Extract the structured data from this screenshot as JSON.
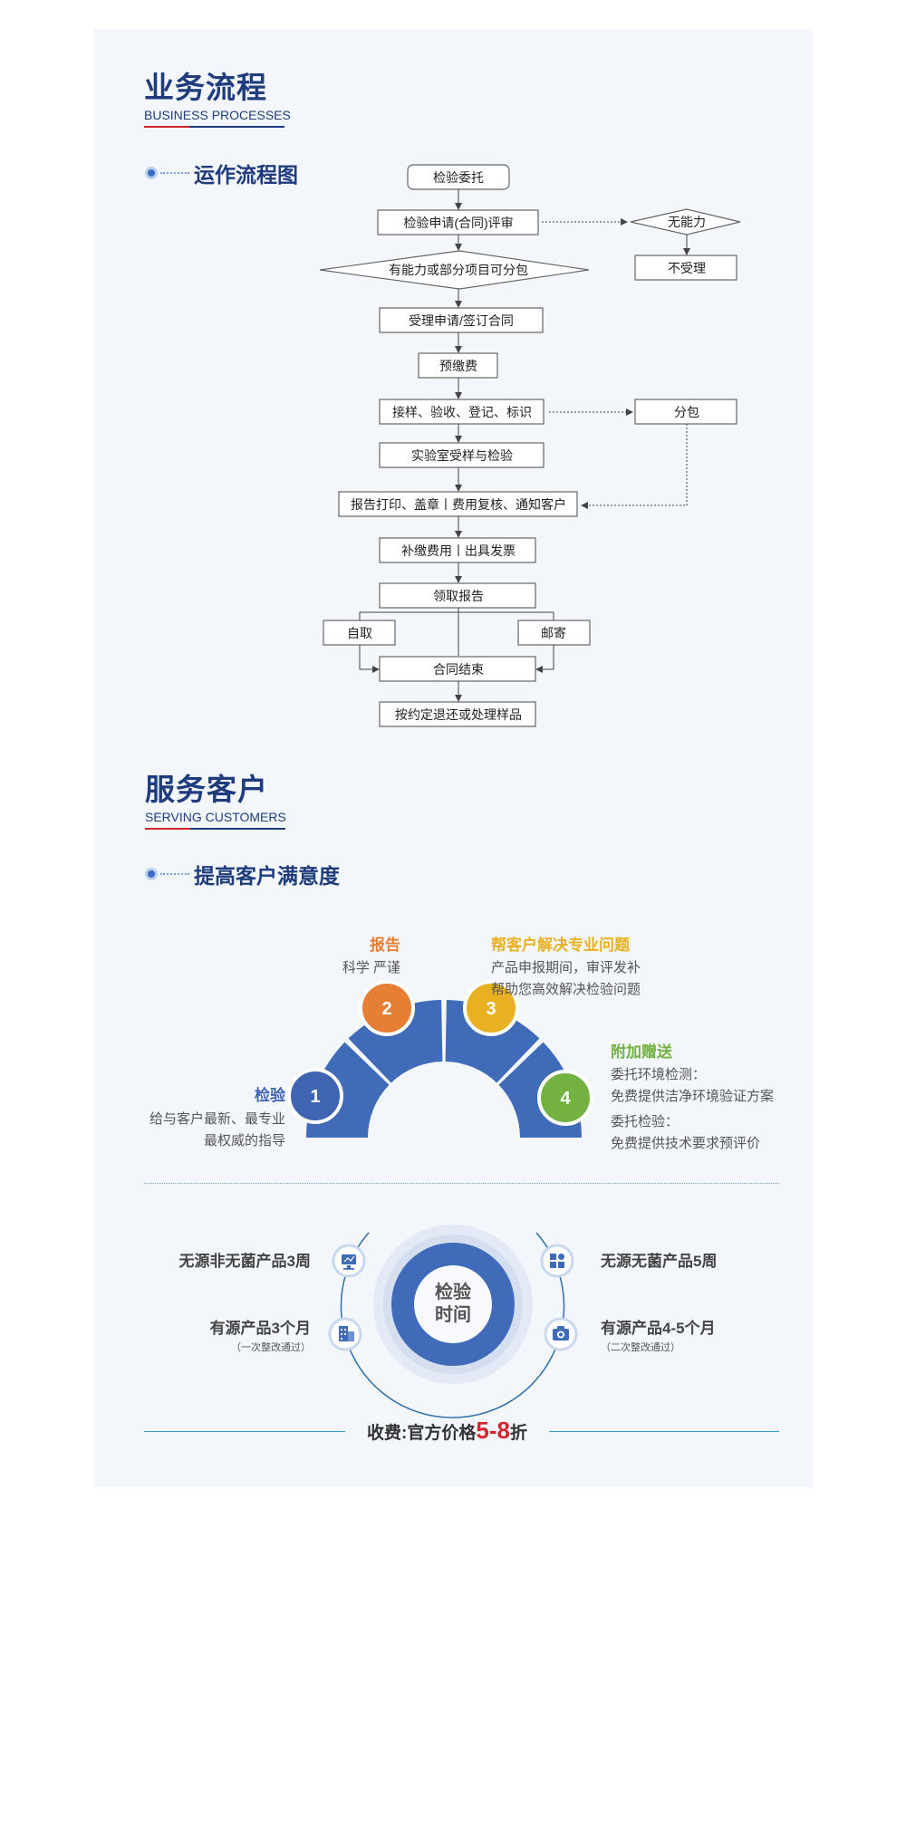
{
  "section1": {
    "title_cn": "业务流程",
    "title_en": "BUSINESS PROCESSES",
    "subtitle": "运作流程图"
  },
  "flow": {
    "n1": "检验委托",
    "n2": "检验申请(合同)评审",
    "n3": "有能力或部分项目可分包",
    "n4": "受理申请/签订合同",
    "n5": "预缴费",
    "n6": "接样、验收、登记、标识",
    "n7": "实验室受样与检验",
    "n8": "报告打印、盖章丨费用复核、通知客户",
    "n9": "补缴费用丨出具发票",
    "n10": "领取报告",
    "n11": "自取",
    "n12": "邮寄",
    "n13": "合同结束",
    "n14": "按约定退还或处理样品",
    "s1": "无能力",
    "s2": "不受理",
    "s3": "分包"
  },
  "section2": {
    "title_cn": "服务客户",
    "title_en": "SERVING CUSTOMERS",
    "subtitle": "提高客户满意度"
  },
  "satisfaction": {
    "items": [
      {
        "num": "1",
        "title": "检验",
        "lines": [
          "给与客户最新、最专业",
          "最权威的指导"
        ],
        "color": "#3f64b1"
      },
      {
        "num": "2",
        "title": "报告",
        "lines": [
          "科学 严谨"
        ],
        "color": "#e67f33"
      },
      {
        "num": "3",
        "title": "帮客户解决专业问题",
        "lines": [
          "产品申报期间，审评发补",
          "帮助您高效解决检验问题"
        ],
        "color": "#e9b121"
      },
      {
        "num": "4",
        "title": "附加赠送",
        "lines": [
          "委托环境检测：",
          "免费提供洁净环境验证方案",
          "委托检验：",
          "免费提供技术要求预评价"
        ],
        "color": "#73b241"
      }
    ],
    "arc_color": "#3f6bb8"
  },
  "timing": {
    "center_line1": "检验",
    "center_line2": "时间",
    "left_top": "无源非无菌产品3周",
    "left_bottom": "有源产品3个月",
    "left_bottom_note": "（一次整改通过）",
    "right_top": "无源无菌产品5周",
    "right_bottom": "有源产品4-5个月",
    "right_bottom_note": "（二次整改通过）",
    "icons": [
      "monitor-icon",
      "apps-icon",
      "building-icon",
      "camera-icon"
    ]
  },
  "fee": {
    "prefix": "收费:官方价格",
    "value": "5-8",
    "suffix": "折",
    "accent": "#d2262a"
  }
}
